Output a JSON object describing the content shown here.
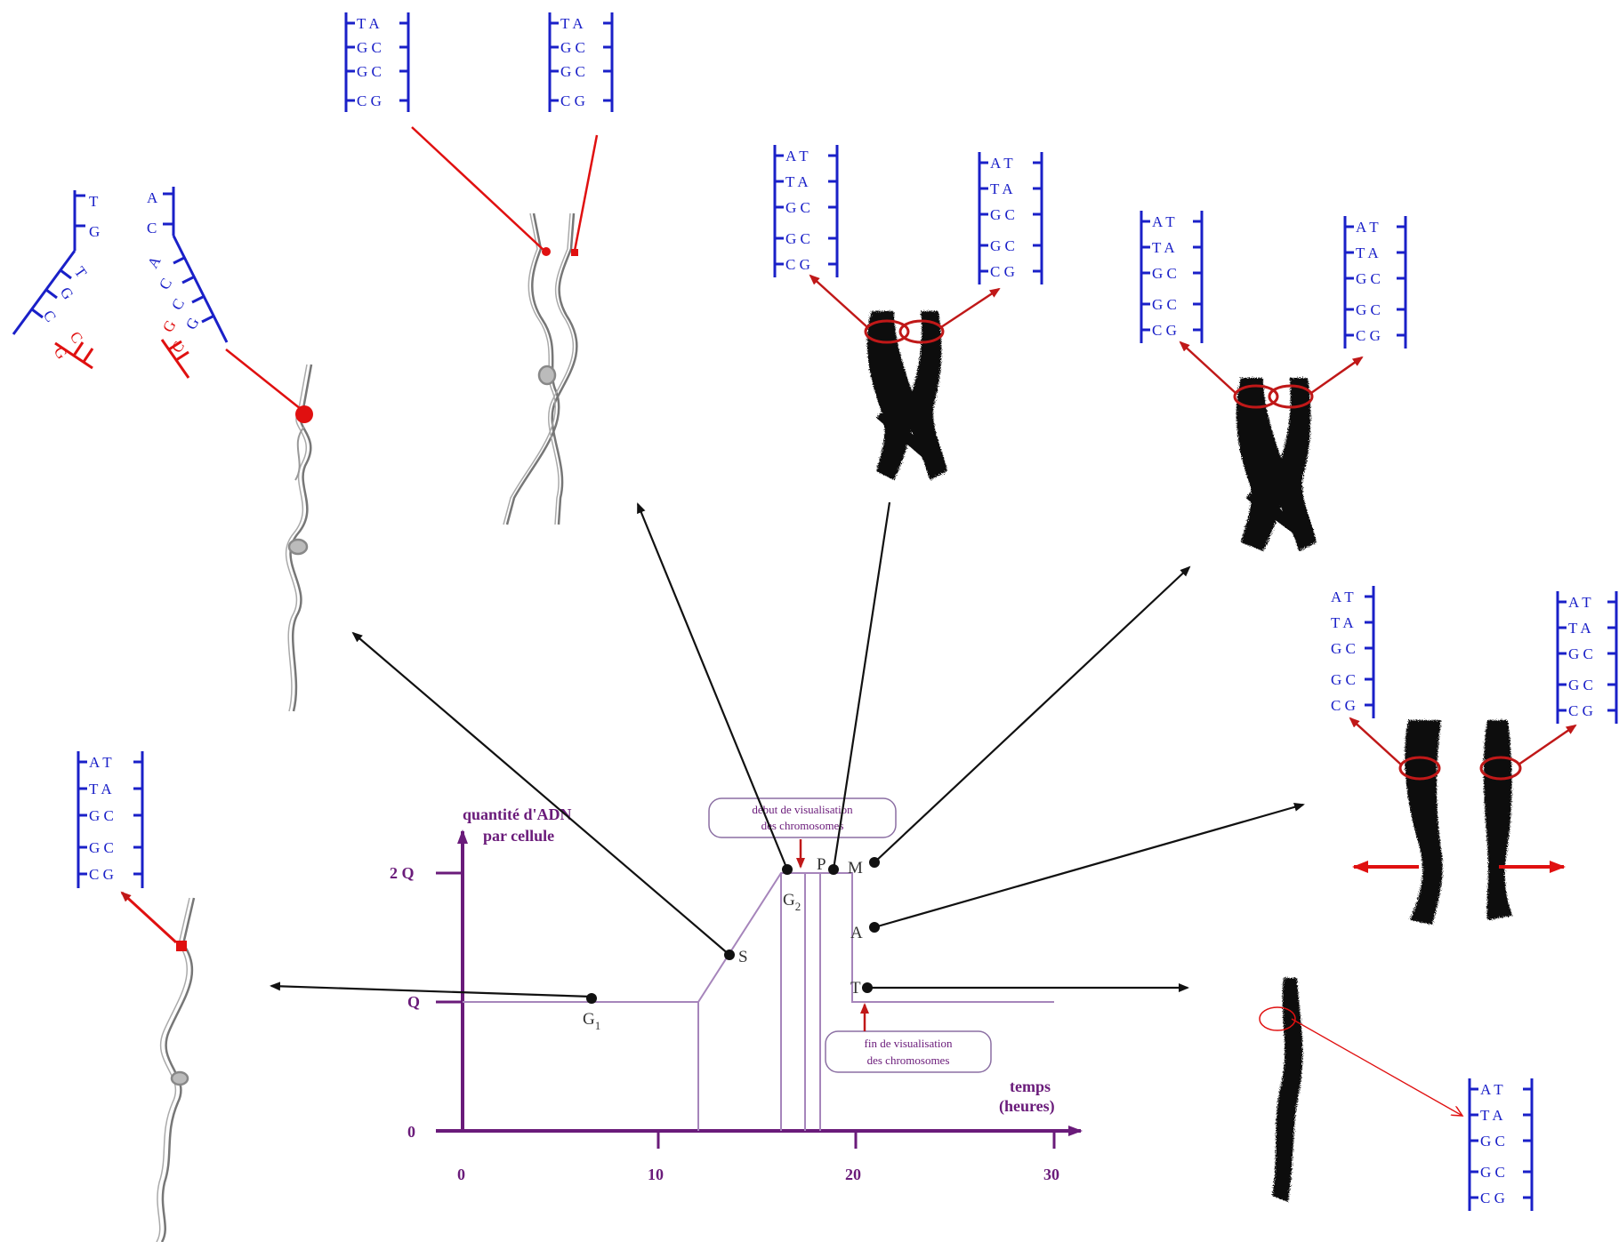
{
  "graph": {
    "y_title_line1": "quantité d'ADN",
    "y_title_line2": "par cellule",
    "x_title_line1": "temps",
    "x_title_line2": "(heures)",
    "y_ticks": [
      "2 Q",
      "Q",
      "0"
    ],
    "x_ticks": [
      "0",
      "10",
      "20",
      "30"
    ],
    "phases": {
      "g1": "G",
      "g1_sub": "1",
      "s": "S",
      "g2": "G",
      "g2_sub": "2",
      "p": "P",
      "m": "M",
      "a": "A",
      "t": "T"
    },
    "note_start_line1": "début de visualisation",
    "note_start_line2": "des chromosomes",
    "note_end_line1": "fin de visualisation",
    "note_end_line2": "des chromosomes"
  },
  "dna_pairs": {
    "full": [
      "A T",
      "T A",
      "G C",
      "G C",
      "C G"
    ],
    "four": [
      "T A",
      "G C",
      "G C",
      "C G"
    ],
    "fork_left_top": [
      "T",
      "G"
    ],
    "fork_right_top": [
      "A",
      "C"
    ],
    "fork_left_arm": [
      "T",
      "G",
      "C"
    ],
    "fork_right_arm": [
      "A",
      "C",
      "C",
      "G"
    ],
    "fork_new_left": [
      "G",
      "C"
    ],
    "fork_new_right": [
      "G",
      "C"
    ]
  },
  "colors": {
    "dna_blue": "#1a20c8",
    "new_strand_red": "#e01010",
    "graph_purple": "#6a1b7a",
    "arrow_black": "#111111"
  }
}
